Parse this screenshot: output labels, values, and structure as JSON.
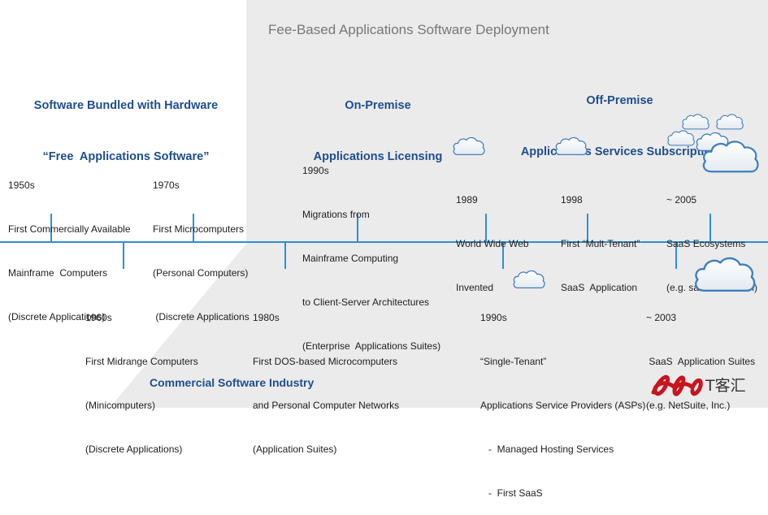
{
  "banner_title": "Fee-Based Applications Software Deployment",
  "sections": {
    "bundled": [
      "Software Bundled with Hardware",
      "“Free  Applications Software”"
    ],
    "on_premise": [
      "On-Premise",
      "Applications Licensing"
    ],
    "off_premise": [
      "Off-Premise",
      "Applications Services Subscription"
    ]
  },
  "commercial_label": "Commercial Software Industry",
  "milestones_above": [
    {
      "lines": [
        "1950s",
        "First Commercially Available",
        "Mainframe  Computers",
        "(Discrete Applications)"
      ]
    },
    {
      "lines": [
        "1970s",
        "First Microcomputers",
        "(Personal Computers)",
        " (Discrete Applications"
      ]
    },
    {
      "lines": [
        "1990s",
        "Migrations from",
        "Mainframe Computing",
        "to Client-Server Architectures",
        "(Enterprise  Applications Suites)"
      ]
    },
    {
      "lines": [
        "1989",
        "World Wide Web",
        "Invented"
      ]
    },
    {
      "lines": [
        "1998",
        "First “Mult-Tenant”",
        "SaaS  Application"
      ]
    },
    {
      "lines": [
        "~ 2005",
        "SaaS Ecosystems",
        "(e.g. salesforce.com)"
      ]
    }
  ],
  "milestones_below": [
    {
      "lines": [
        "1960s",
        "First Midrange Computers",
        "(Minicomputers)",
        "(Discrete Applications)"
      ]
    },
    {
      "lines": [
        "1980s",
        "First DOS-based Microcomputers",
        "and Personal Computer Networks",
        "(Application Suites)"
      ]
    },
    {
      "lines": [
        "1990s",
        "“Single-Tenant”",
        "Applications Service Providers (ASPs)",
        "   -  Managed Hosting Services",
        "   -  First SaaS"
      ]
    },
    {
      "lines": [
        "~ 2003",
        " SaaS  Application Suites",
        "(e.g. NetSuite, Inc.)"
      ]
    }
  ],
  "colors": {
    "timeline": "#2f8fd0",
    "heading": "#1f4e8c",
    "panel": "#ebebeb",
    "cloud_stroke": "#3f7fbf",
    "logo": "#c8141e"
  },
  "icons": [
    "cloud-icon",
    "logo-mark"
  ],
  "logo_text": "T客汇"
}
